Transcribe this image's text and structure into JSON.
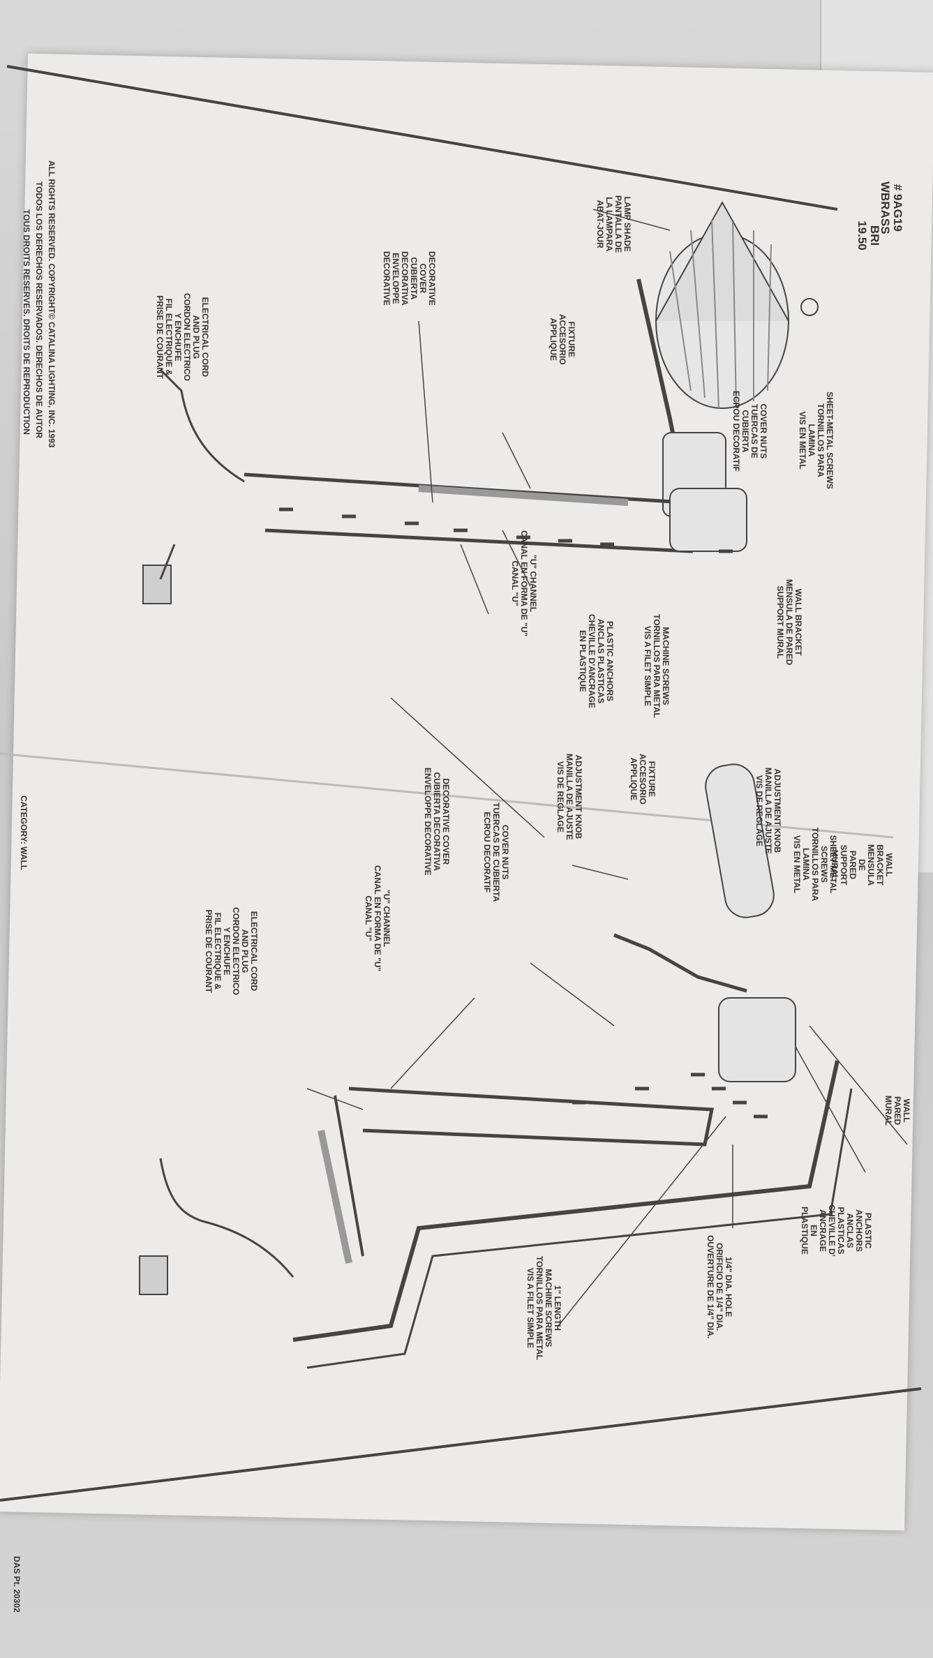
{
  "document": {
    "header_code_1": "# 9AG19 WBRASS",
    "header_code_2": "BRI 19.50",
    "copyright_line_1": "ALL RIGHTS RESERVED. COPYRIGHT© CATALINA LIGHTING, INC. 1993",
    "copyright_line_2": "TODOS LOS DERECHOS RESERVADOS. DERECHOS DE AUTOR",
    "copyright_line_3": "TOUS DROITS RESERVES. DROITS DE REPRODUCTION",
    "category": "CATEGORY: WALL",
    "bottom_code": "DAS Pt. 20302"
  },
  "left_diagram": {
    "lamp_shade": "LAMP SHADE\nPANTALLA DE\nLA LAMPARA\nABAT-JOUR",
    "decorative_cover": "DECORATIVE\nCOVER\nCUBIERTA\nDECORATIVA\nENVELOPPE\nDECORATIVE",
    "fixture": "FIXTURE\nACCESORIO\nAPPLIQUE",
    "sheet_metal_screws": "SHEET-METAL SCREWS\nTORNILLOS PARA LAMINA\nVIS EN METAL",
    "cover_nuts": "COVER NUTS\nTUERCAS DE\nCUBIERTA\nECROU DECORATIF",
    "wall_bracket": "WALL BRACKET\nMENSULA DE PARED\nSUPPORT MURAL",
    "machine_screws": "MACHINE SCREWS\nTORNILLOS PARA METAL\nVIS A FILET SIMPLE",
    "plastic_anchors": "PLASTIC ANCHORS\nANCLAS PLASTICAS\nCHEVILLE D'ANCRAGE\nEN PLASTIQUE",
    "u_channel": "\"U\" CHANNEL\nCANAL EN FORMA DE \"U\"\nCANAL \"U\"",
    "electrical_cord": "ELECTRICAL CORD\nAND PLUG\nCORDON ELECTRICO\nY ENCHUFE\nFIL ELECTRIQUE &\nPRISE DE COURANT"
  },
  "right_diagram": {
    "wall_bracket": "WALL BRACKET\nMENSULA DE PARED\nSUPPORT MURAL",
    "sheet_metal_screws": "SHEET-METAL SCREWS\nTORNILLOS PARA LAMINA\nVIS EN METAL",
    "adjustment_knob_top": "ADJUSTMENT KNOB\nMANILLA DE AJUSTE\nVIS DE REGLAGE",
    "fixture": "FIXTURE\nACCESORIO\nAPPLIQUE",
    "adjustment_knob": "ADJUSTMENT KNOB\nMANILLA DE AJUSTE\nVIS DE REGLAGE",
    "cover_nuts": "COVER NUTS\nTUERCAS DE CUBIERTA\nECROU DECORATIF",
    "decorative_cover": "DECORATIVE COVER\nCUBIERTA DECORATIVA\nENVELOPPE DECORATIVE",
    "u_channel": "\"U\" CHANNEL\nCANAL EN FORMA DE \"U\"\nCANAL \"U\"",
    "electrical_cord": "ELECTRICAL CORD\nAND PLUG\nCORDON ELECTRICO\nY ENCHUFE\nFIL ELECTRIQUE &\nPRISE DE COURANT",
    "wall": "WALL\nPARED\nMURAL",
    "plastic_anchors": "PLASTIC ANCHORS\nANCLAS PLASTICAS\nCHEVILLE D' ANCRAGE\nEN PLASTIQUE",
    "hole": "1/4\" DIA. HOLE\nORIFICIO DE 1/4\" DIA.\nOUVERTURE DE 1/4\" DIA.",
    "machine_screws": "1\" LENGTH\nMACHINE SCREWS\nTORNILLOS PARA METAL\nVIS A FILET SIMPLE"
  }
}
